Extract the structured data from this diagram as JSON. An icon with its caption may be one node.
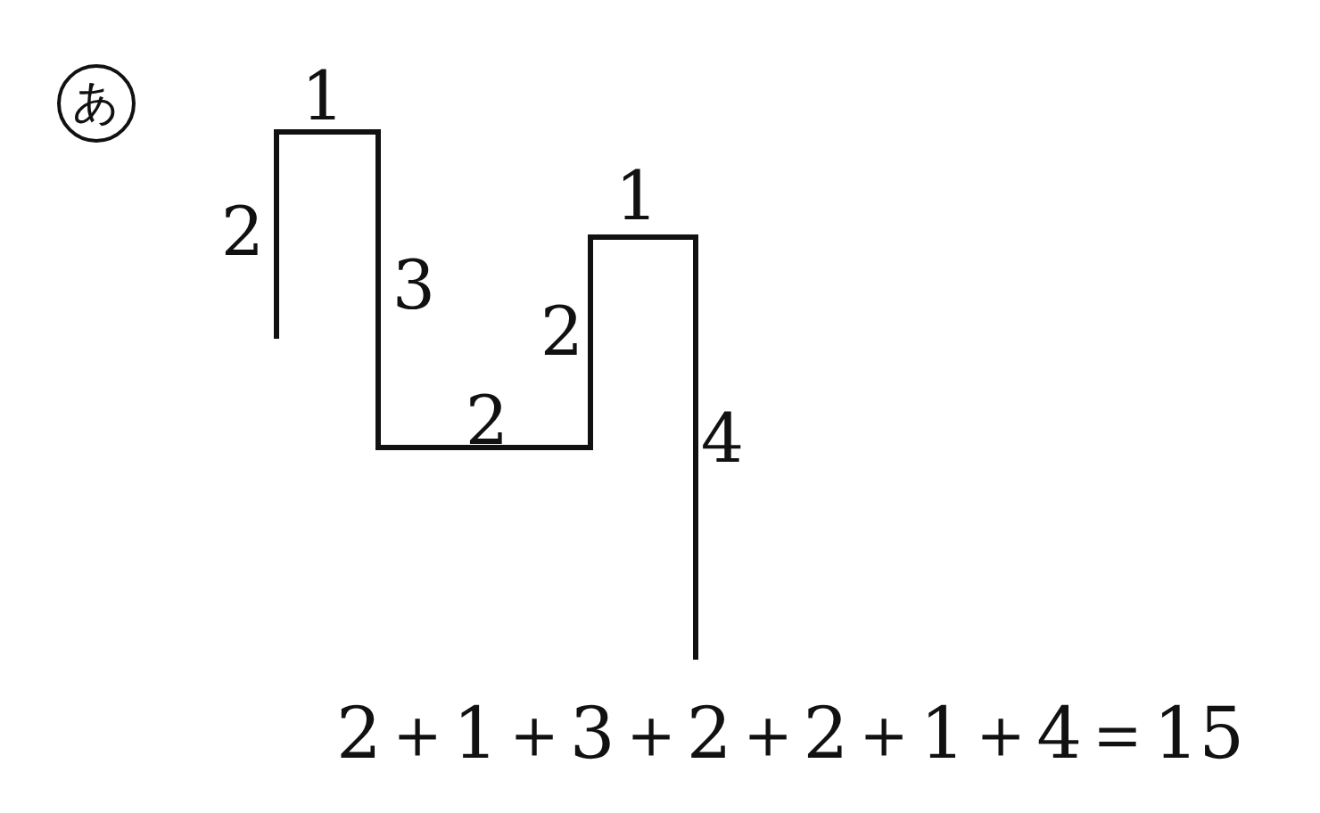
{
  "diagram": {
    "nodes": [
      {
        "text": [
          "あ"
        ]
      }
    ],
    "labels": [
      "1",
      "2",
      "3",
      "1",
      "2",
      "2",
      "4",
      "2＋1＋3＋2＋2＋1＋4＝15"
    ]
  }
}
